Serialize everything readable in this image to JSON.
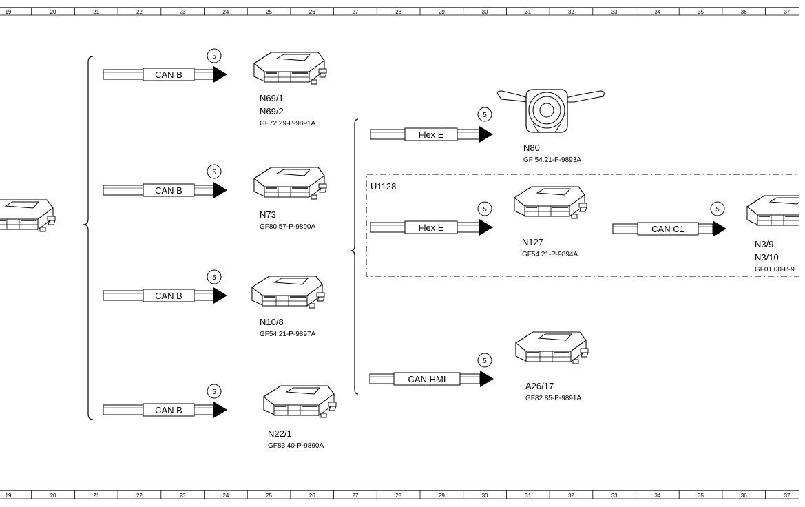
{
  "ruler": {
    "cells": [
      "19",
      "20",
      "21",
      "22",
      "23",
      "24",
      "25",
      "26",
      "27",
      "28",
      "29",
      "30",
      "31",
      "32",
      "33",
      "34",
      "35",
      "36",
      "37"
    ]
  },
  "group": {
    "label": "U1128"
  },
  "connections": [
    {
      "bus": "CAN B",
      "badge": "5",
      "ids": [
        "N69/1",
        "N69/2"
      ],
      "ref": "GF72.29-P-9891A"
    },
    {
      "bus": "CAN B",
      "badge": "5",
      "ids": [
        "N73"
      ],
      "ref": "GF80.57-P-9890A"
    },
    {
      "bus": "CAN B",
      "badge": "5",
      "ids": [
        "N10/8"
      ],
      "ref": "GF54.21-P-9897A"
    },
    {
      "bus": "CAN B",
      "badge": "5",
      "ids": [
        "N22/1"
      ],
      "ref": "GF83.40-P-9890A"
    },
    {
      "bus": "Flex E",
      "badge": "5",
      "ids": [
        "N80"
      ],
      "ref": "GF 54.21-P-9893A"
    },
    {
      "bus": "Flex E",
      "badge": "5",
      "ids": [
        "N127"
      ],
      "ref": "GF54.21-P-9894A"
    },
    {
      "bus": "CAN C1",
      "badge": "5",
      "ids": [
        "N3/9",
        "N3/10"
      ],
      "ref": "GF01.00-P-9"
    },
    {
      "bus": "CAN HMI",
      "badge": "5",
      "ids": [
        "A26/17"
      ],
      "ref": "GF82.85-P-9891A"
    }
  ]
}
